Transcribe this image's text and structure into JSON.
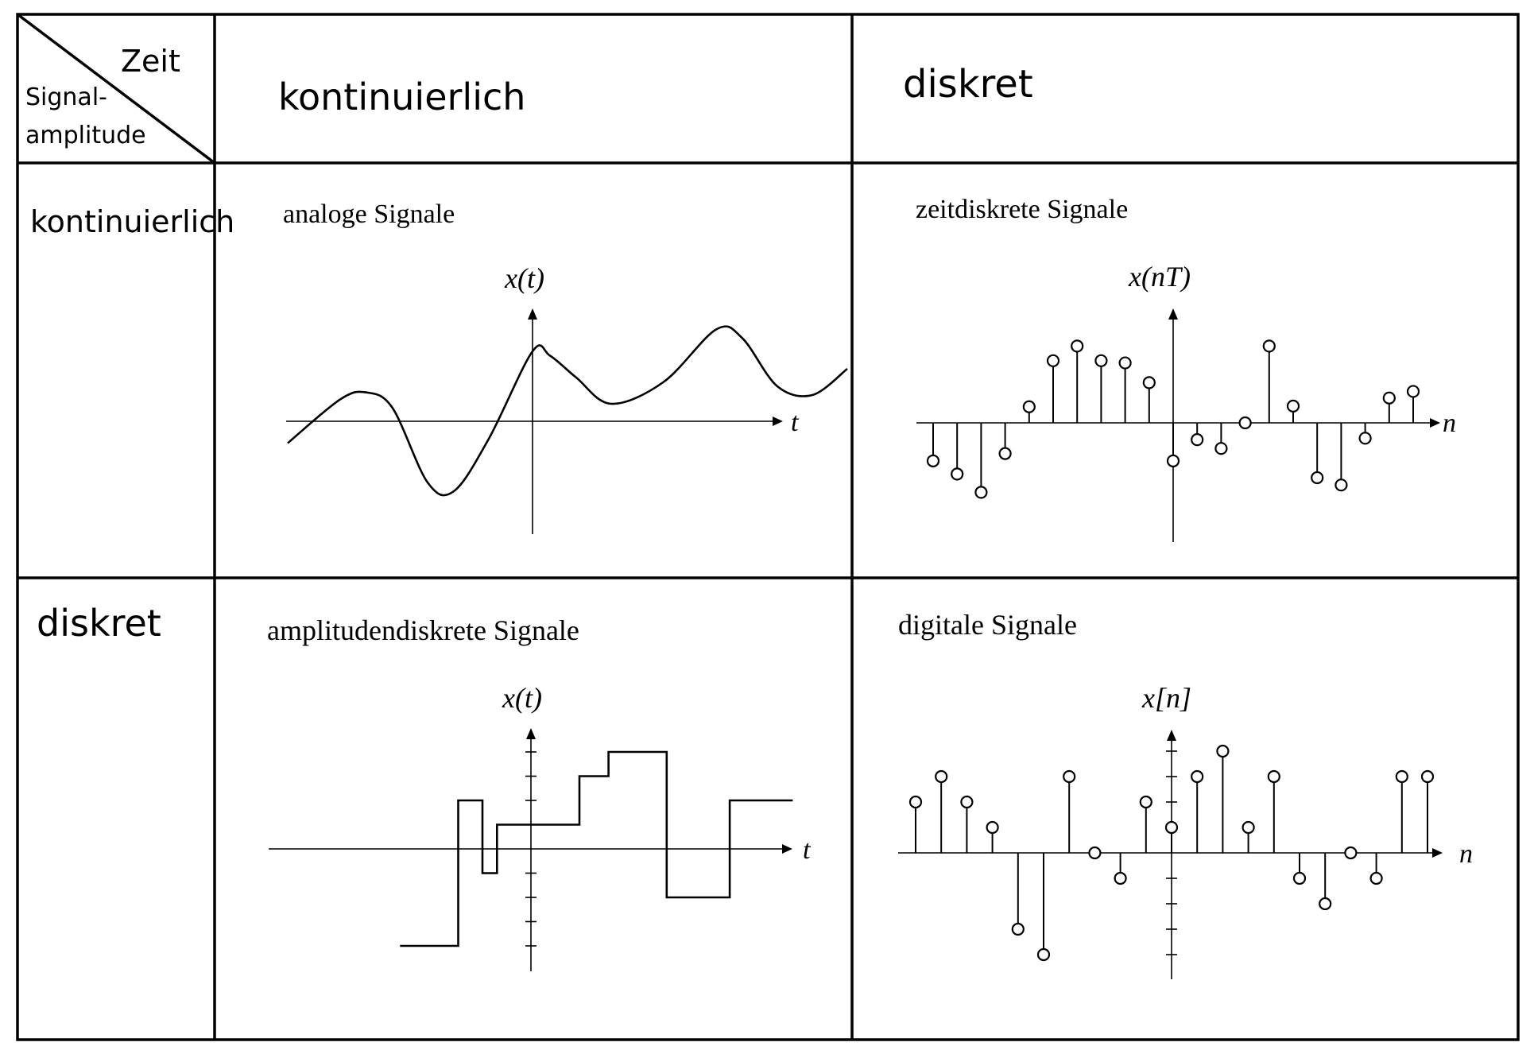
{
  "table": {
    "corner": {
      "top_label": "Zeit",
      "bottom_label_line1": "Signal-",
      "bottom_label_line2": "amplitude"
    },
    "column_headers": [
      "kontinuierlich",
      "diskret"
    ],
    "row_headers": [
      "kontinuierlich",
      "diskret"
    ]
  },
  "panels": {
    "analog": {
      "title": "analoge Signale",
      "ylabel": "x(t)",
      "xlabel": "t"
    },
    "time_discrete": {
      "title": "zeitdiskrete Signale",
      "ylabel": "x(nT)",
      "xlabel": "n"
    },
    "amplitude_discrete": {
      "title": "amplitudendiskrete Signale",
      "ylabel": "x(t)",
      "xlabel": "t"
    },
    "digital": {
      "title": "digitale Signale",
      "ylabel": "x[n]",
      "xlabel": "n"
    }
  },
  "chart_data": [
    {
      "type": "line",
      "title": "analoge Signale",
      "xlabel": "t",
      "ylabel": "x(t)",
      "grid": false,
      "x": [
        -2.8,
        -2.2,
        -1.9,
        -1.6,
        -1.2,
        -0.9,
        -0.5,
        0,
        0.2,
        0.5,
        0.9,
        1.5,
        2.1,
        2.4,
        2.8,
        3.2,
        3.6
      ],
      "y": [
        -0.25,
        0.25,
        0.33,
        0.15,
        -0.7,
        -0.8,
        -0.2,
        0.8,
        0.75,
        0.5,
        0.2,
        0.45,
        1.05,
        0.95,
        0.4,
        0.3,
        0.6
      ]
    },
    {
      "type": "scatter",
      "title": "zeitdiskrete Signale",
      "xlabel": "n",
      "ylabel": "x(nT)",
      "grid": false,
      "x": [
        -10,
        -9,
        -8,
        -7,
        -6,
        -5,
        -4,
        -3,
        -2,
        -1,
        0,
        1,
        2,
        3,
        4,
        5,
        6,
        7,
        8,
        9,
        10
      ],
      "y": [
        -0.52,
        -0.7,
        -0.95,
        -0.42,
        0.22,
        0.85,
        1.05,
        0.85,
        0.82,
        0.55,
        -0.52,
        -0.23,
        -0.35,
        0.0,
        1.05,
        0.23,
        -0.75,
        -0.85,
        -0.21,
        0.34,
        0.43
      ]
    },
    {
      "type": "line",
      "title": "amplitudendiskrete Signale",
      "xlabel": "t",
      "ylabel": "x(t)",
      "grid": false,
      "step": true,
      "x": [
        -5.4,
        -3.0,
        -2.0,
        -1.4,
        2.0,
        3.2,
        5.6,
        8.2
      ],
      "y": [
        -4,
        2,
        -1,
        1,
        3,
        4,
        -2,
        2
      ],
      "x_end": 10.8
    },
    {
      "type": "scatter",
      "title": "digitale Signale",
      "xlabel": "n",
      "ylabel": "x[n]",
      "grid": false,
      "x": [
        -10,
        -9,
        -8,
        -7,
        -6,
        -5,
        -4,
        -3,
        -2,
        -1,
        0,
        1,
        2,
        3,
        4,
        5,
        6,
        7,
        8,
        9,
        10
      ],
      "y": [
        2,
        3,
        2,
        1,
        -3,
        -4,
        3,
        0,
        -1,
        2,
        1,
        3,
        4,
        1,
        3,
        -1,
        -2,
        0,
        -1,
        3,
        3
      ]
    }
  ]
}
